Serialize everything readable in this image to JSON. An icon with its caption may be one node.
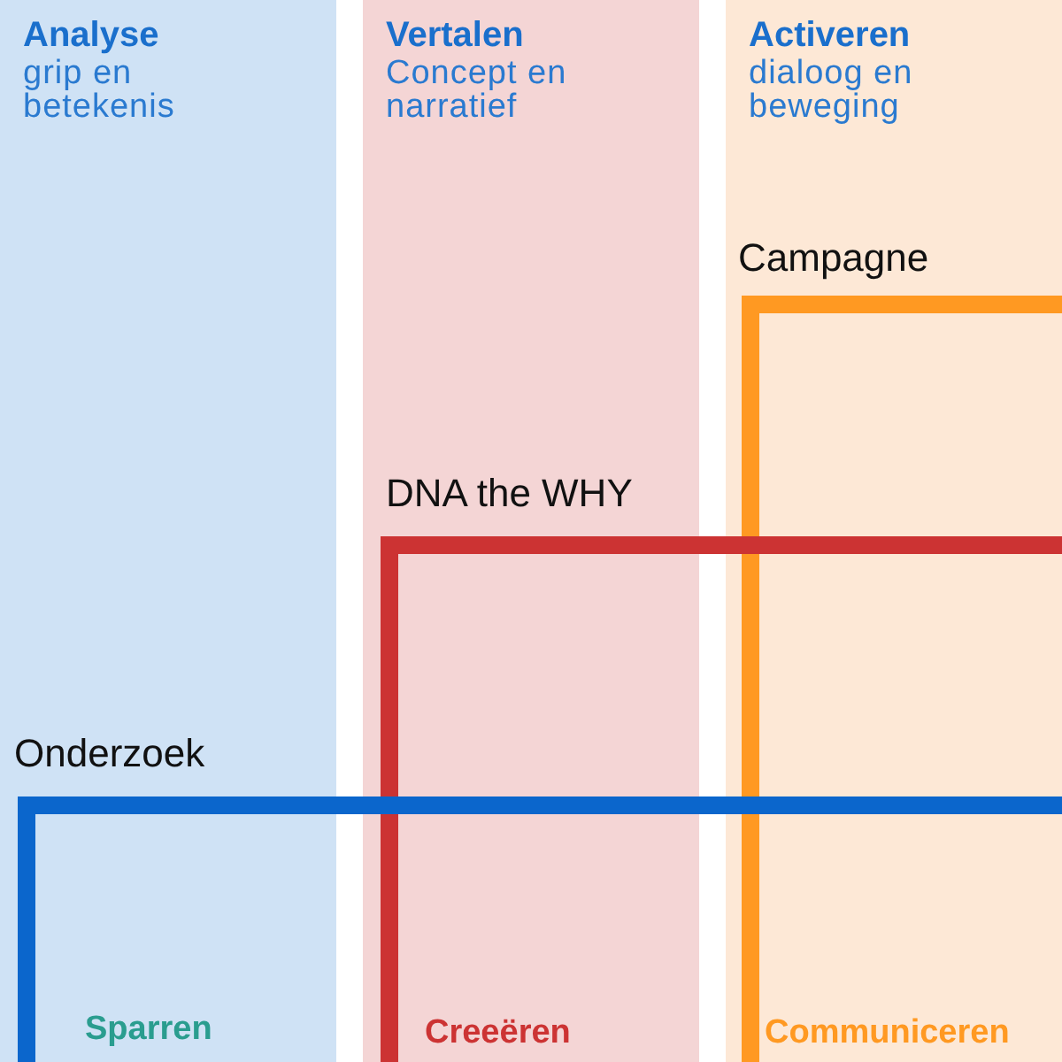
{
  "diagram": {
    "nodes": [
      {
        "text": [
          "Analyse",
          "grip en betekenis"
        ]
      },
      {
        "text": [
          "Vertalen",
          "Concept en narratief"
        ]
      },
      {
        "text": [
          "Activeren",
          "dialoog en beweging"
        ]
      }
    ],
    "labels": [
      "Campagne",
      "DNA the WHY",
      "Onderzoek",
      "Sparren",
      "Creeëren",
      "Communiceren"
    ]
  }
}
